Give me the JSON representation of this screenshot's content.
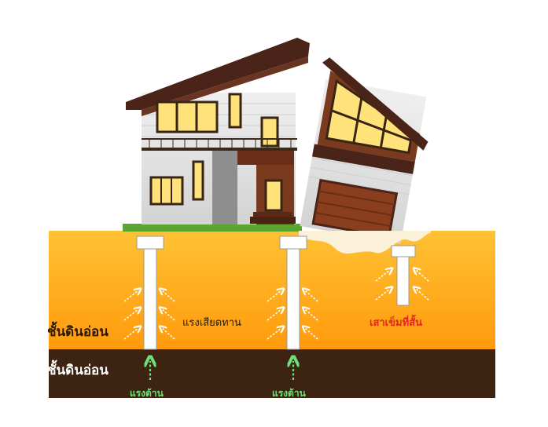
{
  "labels": {
    "soft_layer_upper": "ชั้นดินอ่อน",
    "soft_layer_lower": "ชั้นดินอ่อน",
    "friction_force": "แรงเสียดทาน",
    "short_pile": "เสาเข็มที่สั้น",
    "resistance_left": "แรงต้าน",
    "resistance_right": "แรงต้าน"
  },
  "colors": {
    "soil_upper_top": "#ffc233",
    "soil_upper_bottom": "#ff9a0c",
    "soil_lower": "#3d2412",
    "pile": "#ffffff",
    "arrow_friction": "#ffffff",
    "arrow_resistance": "#6ee07a",
    "short_pile_label": "#e0281e",
    "roof": "#4a2418",
    "wall_main": "#e3e3e3",
    "wall_wood": "#7a3a1e",
    "window_glow": "#ffe27a",
    "garage_door": "#8a3e1e",
    "lawn": "#5aa52e"
  },
  "icons": {
    "friction_arrows": "dashed-diagonal-arrow-icon",
    "resistance_arrows": "dashed-up-arrow-icon"
  }
}
